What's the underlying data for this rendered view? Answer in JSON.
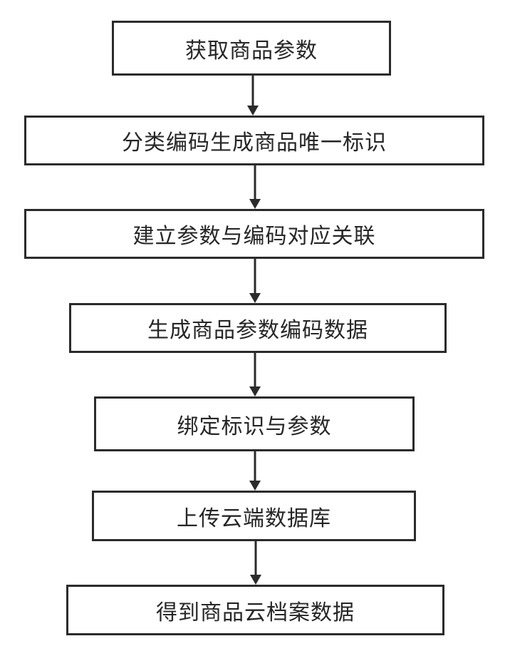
{
  "flow": {
    "steps": [
      {
        "label": "获取商品参数"
      },
      {
        "label": "分类编码生成商品唯一标识"
      },
      {
        "label": "建立参数与编码对应关联"
      },
      {
        "label": "生成商品参数编码数据"
      },
      {
        "label": "绑定标识与参数"
      },
      {
        "label": "上传云端数据库"
      },
      {
        "label": "得到商品云档案数据"
      }
    ]
  },
  "colors": {
    "line": "#2b2b2b",
    "text": "#262626",
    "background": "#ffffff"
  }
}
